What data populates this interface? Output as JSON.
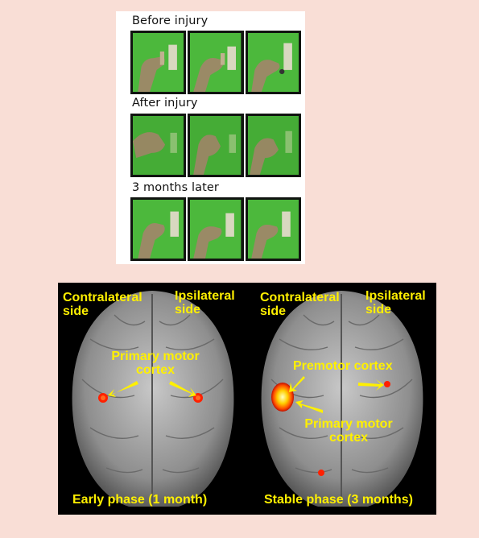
{
  "top": {
    "rows": [
      {
        "label": "Before injury"
      },
      {
        "label": "After injury"
      },
      {
        "label": "3 months later"
      }
    ]
  },
  "left_brain": {
    "contralateral": "Contralateral\nside",
    "ipsilateral": "Ipsilateral\nside",
    "primary": "Primary motor\ncortex",
    "phase": "Early phase (1 month)"
  },
  "right_brain": {
    "contralateral": "Contralateral\nside",
    "ipsilateral": "Ipsilateral\nside",
    "premotor": "Premotor cortex",
    "primary": "Primary motor\ncortex",
    "phase": "Stable phase (3 months)"
  },
  "colors": {
    "background": "#f9ded6",
    "label_yellow": "#fff000",
    "video_green": "#49b53a",
    "activation": "#ff2000"
  }
}
